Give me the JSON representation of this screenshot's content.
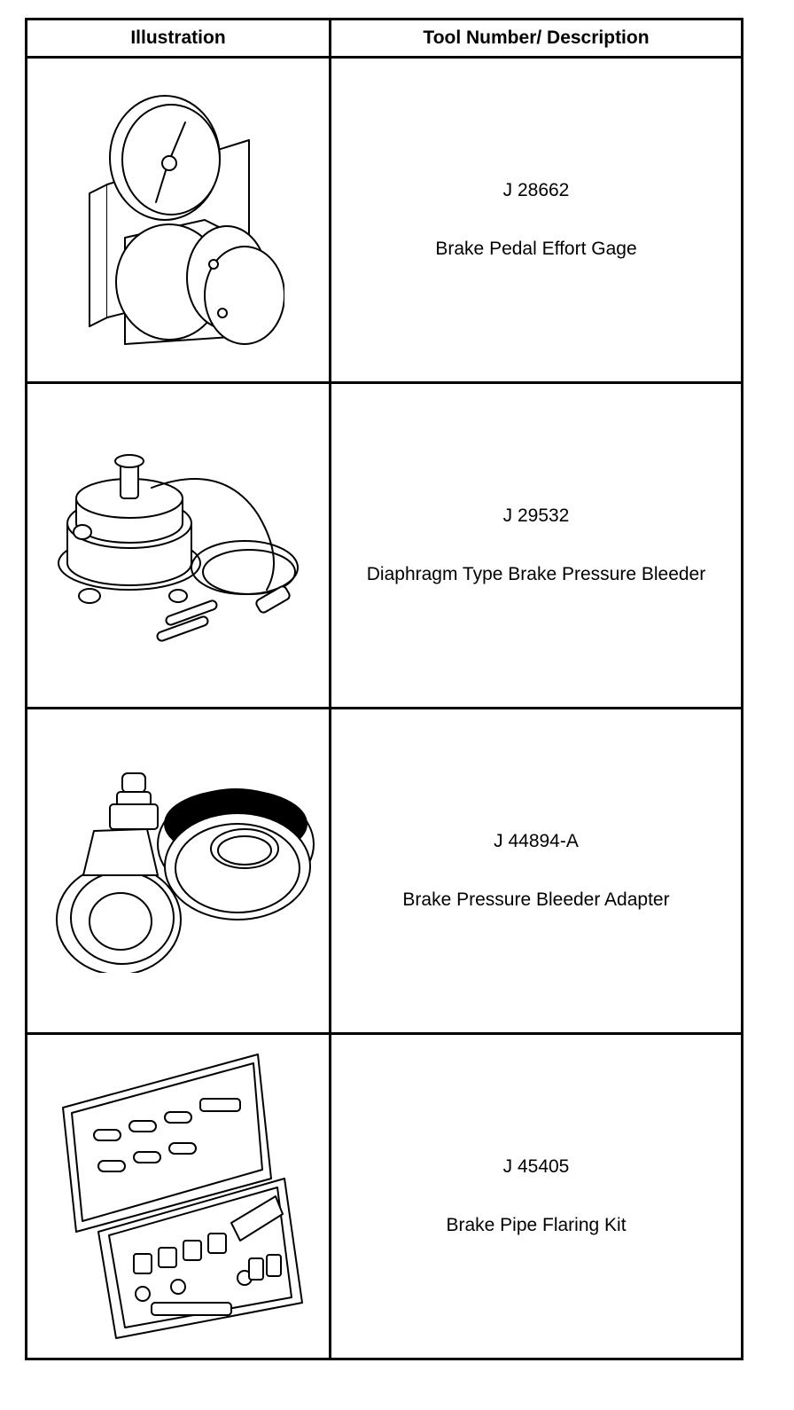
{
  "table": {
    "headers": [
      "Illustration",
      "Tool Number/ Description"
    ],
    "rows": [
      {
        "tool_number": "J 28662",
        "description": "Brake Pedal Effort Gage",
        "icon": "pressure-gage-icon"
      },
      {
        "tool_number": "J 29532",
        "description": "Diaphragm Type Brake Pressure Bleeder",
        "icon": "pressure-bleeder-icon"
      },
      {
        "tool_number": "J 44894-A",
        "description": "Brake Pressure Bleeder Adapter",
        "icon": "bleeder-adapter-icon"
      },
      {
        "tool_number": "J 45405",
        "description": "Brake Pipe Flaring Kit",
        "icon": "flaring-kit-icon"
      }
    ]
  }
}
